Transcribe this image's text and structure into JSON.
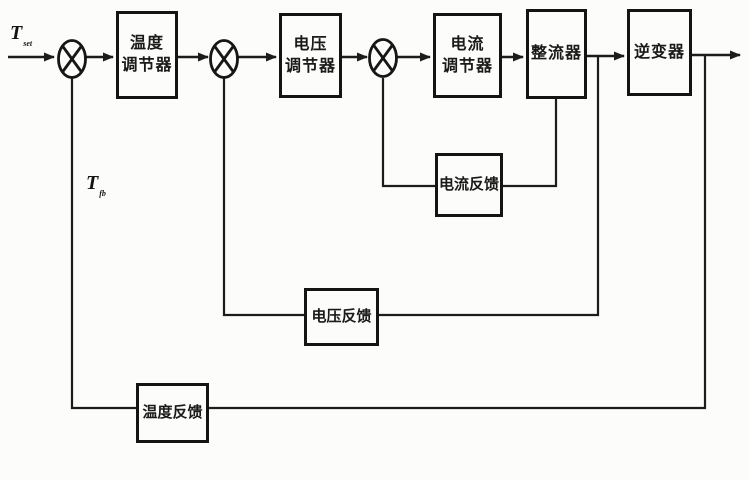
{
  "diagram": {
    "type": "control-block-diagram",
    "description": "Cascade temperature control system block diagram",
    "blocks": {
      "temp_regulator": {
        "label": "温度\n调节器"
      },
      "voltage_regulator": {
        "label": "电压\n调节器"
      },
      "current_regulator": {
        "label": "电流\n调节器"
      },
      "rectifier": {
        "label": "整流器"
      },
      "inverter": {
        "label": "逆变器"
      },
      "current_feedback": {
        "label": "电流反馈"
      },
      "voltage_feedback": {
        "label": "电压反馈"
      },
      "temp_feedback": {
        "label": "温度反馈"
      }
    },
    "labels": {
      "input": {
        "symbol": "T",
        "subscript": "set"
      },
      "feedback": {
        "symbol": "T",
        "subscript": "fb"
      }
    },
    "junctions": [
      "sum-junction-temperature",
      "sum-junction-voltage",
      "sum-junction-current"
    ],
    "colors": {
      "line": "#1c1c1c",
      "box_border": "#141414",
      "background": "#fcfcfa",
      "text": "#1a1a1a"
    }
  }
}
